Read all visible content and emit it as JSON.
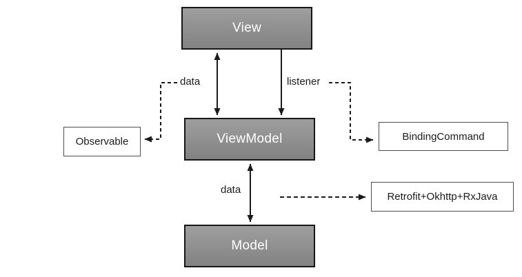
{
  "diagram": {
    "title": "MVVM architecture diagram",
    "nodes": {
      "view": {
        "label": "View"
      },
      "viewmodel": {
        "label": "ViewModel"
      },
      "model": {
        "label": "Model"
      },
      "observable": {
        "label": "Observable"
      },
      "binding_command": {
        "label": "BindingCommand"
      },
      "retrofit": {
        "label": "Retrofit+Okhttp+RxJava"
      }
    },
    "edge_labels": {
      "view_viewmodel_data": "data",
      "view_viewmodel_listener": "listener",
      "viewmodel_model_data": "data"
    },
    "colors": {
      "gray_node_fill_top": "#9e9e9e",
      "gray_node_fill_bottom": "#828282",
      "gray_node_border": "#161616",
      "gray_node_text": "#ffffff",
      "white_node_fill": "#ffffff",
      "white_node_border": "#4d4d4d",
      "line": "#1a1a1a",
      "label_text": "#1a1a1a",
      "background": "#ffffff"
    }
  }
}
